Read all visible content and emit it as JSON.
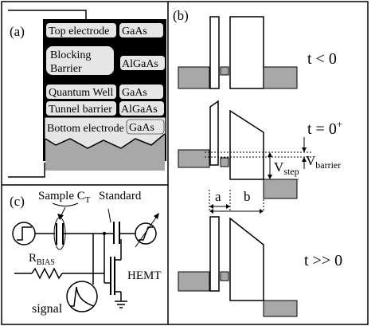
{
  "panel_a": {
    "label": "(a)",
    "layers": [
      {
        "name": "Top electrode",
        "material": "GaAs"
      },
      {
        "name_line1": "Blocking",
        "name_line2": "Barrier",
        "material": "AlGaAs"
      },
      {
        "name": "Quantum Well",
        "material": "GaAs"
      },
      {
        "name": "Tunnel barrier",
        "material": "AlGaAs"
      },
      {
        "name": "Bottom electrode",
        "material": "GaAs"
      }
    ],
    "colors": {
      "layer_fill": "#000000",
      "label_fill": "#e6e6e6",
      "substrate": "#a8a8a8"
    }
  },
  "panel_b": {
    "label": "(b)",
    "states": [
      {
        "time_main": "t < 0",
        "time_sup": ""
      },
      {
        "time_main": "t = 0",
        "time_sup": "+"
      },
      {
        "time_main": "t >> 0",
        "time_sup": ""
      }
    ],
    "v_barrier_main": "V",
    "v_barrier_sub": "barrier",
    "v_step_main": "V",
    "v_step_sub": "step",
    "dim_a": "a",
    "dim_b": "b",
    "colors": {
      "fill": "#a8a8a8"
    }
  },
  "panel_c": {
    "label": "(c)",
    "sample_main": "Sample C",
    "sample_sub": "T",
    "standard": "Standard",
    "rbias_main": "R",
    "rbias_sub": "BIAS",
    "hemt": "HEMT",
    "signal": "signal"
  }
}
